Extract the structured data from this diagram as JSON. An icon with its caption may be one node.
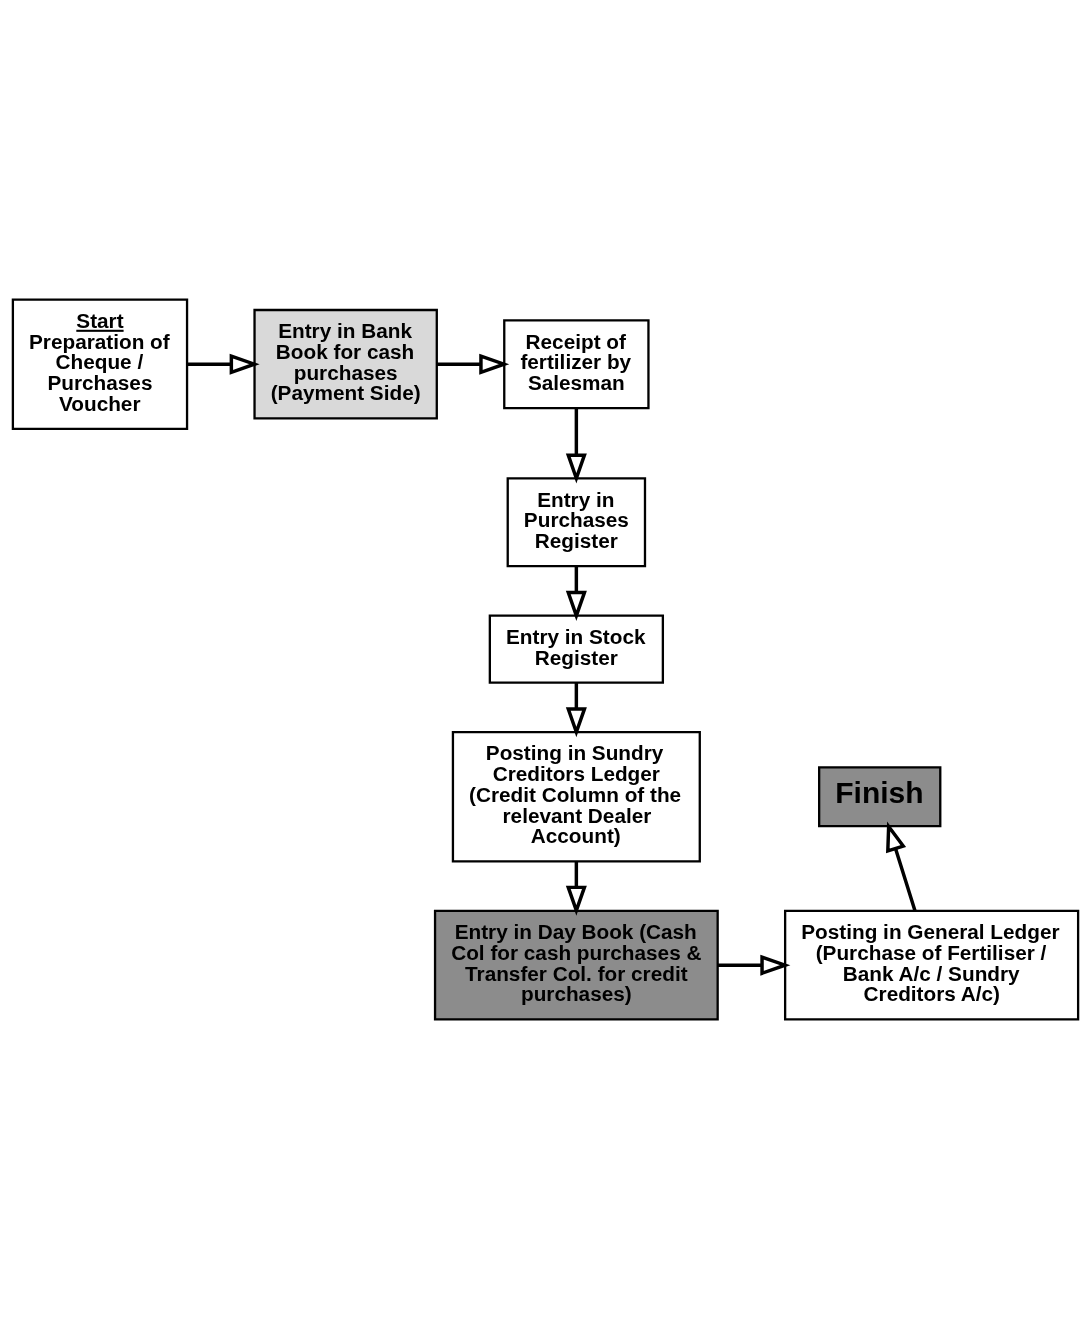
{
  "diagram": {
    "nodes": [
      {
        "text": [
          "Start",
          "Preparation of Cheque / Purchases Voucher"
        ]
      },
      {
        "text": [
          "Entry in Bank Book for cash purchases (Payment Side)"
        ]
      },
      {
        "text": [
          "Receipt of fertilizer by Salesman"
        ]
      },
      {
        "text": [
          "Entry in Purchases Register"
        ]
      },
      {
        "text": [
          "Entry in Stock Register"
        ]
      },
      {
        "text": [
          "Posting in Sundry Creditors Ledger (Credit Column of the relevant Dealer Account)"
        ]
      },
      {
        "text": [
          "Entry in Day Book (Cash Col for cash purchases & Transfer Col. for credit purchases)"
        ]
      },
      {
        "text": [
          "Posting in General Ledger (Purchase of Fertiliser / Bank A/c / Sundry Creditors A/c)"
        ]
      },
      {
        "text": [
          "Finish"
        ]
      }
    ],
    "edges": [
      {
        "from": 0,
        "to": 1,
        "arrow": "to"
      },
      {
        "from": 1,
        "to": 2,
        "arrow": "to"
      },
      {
        "from": 2,
        "to": 3,
        "arrow": "to"
      },
      {
        "from": 3,
        "to": 4,
        "arrow": "to"
      },
      {
        "from": 4,
        "to": 5,
        "arrow": "to"
      },
      {
        "from": 5,
        "to": 6,
        "arrow": "to"
      },
      {
        "from": 6,
        "to": 7,
        "arrow": "to"
      },
      {
        "from": 7,
        "to": 8,
        "arrow": "to"
      }
    ]
  }
}
